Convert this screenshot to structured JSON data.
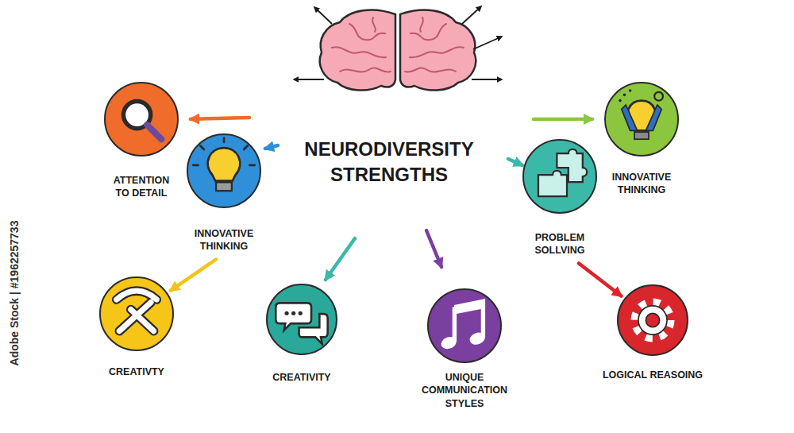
{
  "diagram": {
    "title": "NEURODIVERSITY STRENGTHS",
    "nodes": [
      {
        "text": [
          "ATTENTION TO DETAIL"
        ]
      },
      {
        "text": [
          "INNOVATIVE THINKING"
        ]
      },
      {
        "text": [
          "INNOVATIVE THINKING"
        ]
      },
      {
        "text": [
          "PROBLEM SOLLVING"
        ]
      },
      {
        "text": [
          "CREATIVTY"
        ]
      },
      {
        "text": [
          "CREATIVITY"
        ]
      },
      {
        "text": [
          "UNIQUE COMMUNICATION STYLES"
        ]
      },
      {
        "text": [
          "LOGICAL REASOING"
        ]
      }
    ],
    "edges": [
      {
        "from": 1,
        "to": 4,
        "arrow": "to"
      },
      {
        "from": 3,
        "to": 7,
        "arrow": "to"
      }
    ],
    "labels": [
      "Adobe Stock | #1962257733"
    ]
  }
}
